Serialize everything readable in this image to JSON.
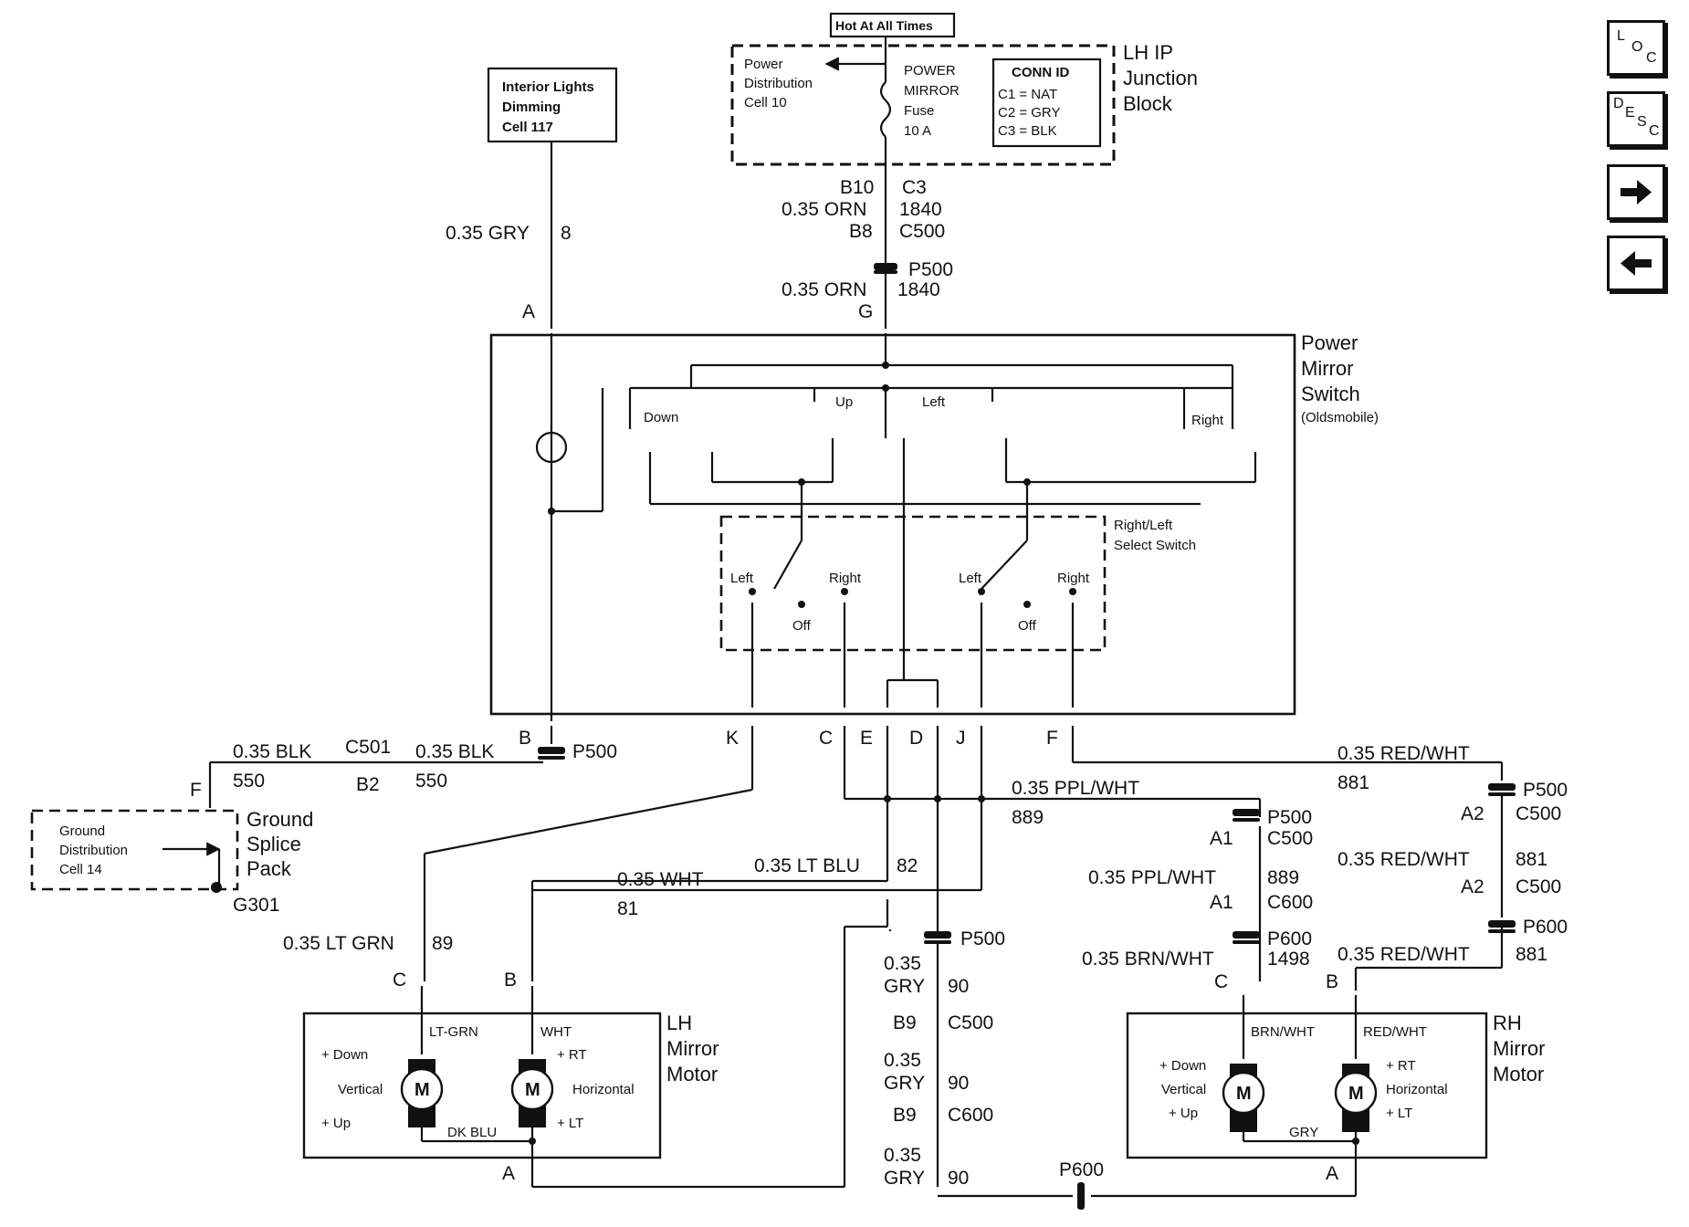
{
  "nav": {
    "loc": {
      "l1": "L",
      "l2": "O",
      "l3": "C"
    },
    "desc": {
      "l1": "D",
      "l2": "E",
      "l3": "S",
      "l4": "C"
    }
  },
  "top": {
    "hot_label": "Hot At All Times",
    "lh_ip": [
      "LH IP",
      "Junction",
      "Block"
    ],
    "power_dist": [
      "Power",
      "Distribution",
      "Cell 10"
    ],
    "fuse": [
      "POWER",
      "MIRROR",
      "Fuse",
      "10 A"
    ],
    "conn_id": {
      "title": "CONN ID",
      "c1": "C1 = NAT",
      "c2": "C2 = GRY",
      "c3": "C3 = BLK"
    }
  },
  "interior": [
    "Interior Lights",
    "Dimming",
    "Cell 117"
  ],
  "wires": {
    "gry8": "0.35 GRY",
    "gry8_circ": "8",
    "pin_a": "A",
    "b10": "B10",
    "c3": "C3",
    "orn": "0.35 ORN",
    "c1840": "1840",
    "b8": "B8",
    "c500": "C500",
    "p500": "P500",
    "orn2": "0.35 ORN",
    "c1840b": "1840",
    "pin_g": "G",
    "blk1": "0.35 BLK",
    "c550a": "550",
    "c501": "C501",
    "b2": "B2",
    "blk2": "0.35 BLK",
    "c550b": "550",
    "pin_b": "B",
    "p500b": "P500",
    "pin_f": "F",
    "pin_k": "K",
    "pin_c": "C",
    "pin_e": "E",
    "pin_d": "D",
    "pin_j": "J",
    "pin_f2": "F",
    "red_wht": "0.35 RED/WHT",
    "c881": "881",
    "ppl_wht": "0.35 PPL/WHT",
    "c889": "889",
    "p500c": "P500",
    "a1": "A1",
    "c500b": "C500",
    "p500d": "P500",
    "a2": "A2",
    "c500c": "C500",
    "ppl_wht2": "0.35 PPL/WHT",
    "c889b": "889",
    "a1b": "A1",
    "c600": "C600",
    "red_wht2": "0.35 RED/WHT",
    "c881b": "881",
    "a2b": "A2",
    "c500d": "C500",
    "p600": "P600",
    "brn_wht": "0.35 BRN/WHT",
    "c1498": "1498",
    "p600b": "P600",
    "red_wht3": "0.35 RED/WHT",
    "c881c": "881",
    "lt_blu": "0.35 LT BLU",
    "c82": "82",
    "wht": "0.35 WHT",
    "c81": "81",
    "lt_grn": "0.35 LT GRN",
    "c89": "89",
    "pin_c2": "C",
    "pin_b2": "B",
    "p500e": "P500",
    "gry90a1": "0.35",
    "gry90a2": "GRY",
    "c90a": "90",
    "b9a": "B9",
    "c500e": "C500",
    "gry90b1": "0.35",
    "gry90b2": "GRY",
    "c90b": "90",
    "b9b": "B9",
    "c600b": "C600",
    "gry90c1": "0.35",
    "gry90c2": "GRY",
    "c90c": "90",
    "p600c": "P600",
    "pin_c3": "C",
    "pin_b3": "B",
    "pin_a2": "A",
    "pin_a3": "A"
  },
  "ground": {
    "cell": [
      "Ground",
      "Distribution",
      "Cell 14"
    ],
    "splice": [
      "Ground",
      "Splice",
      "Pack"
    ],
    "g301": "G301"
  },
  "switch": {
    "title": [
      "Power",
      "Mirror",
      "Switch",
      "(Oldsmobile)"
    ],
    "down": "Down",
    "up": "Up",
    "left": "Left",
    "right": "Right",
    "select": [
      "Right/Left",
      "Select Switch"
    ],
    "left1": "Left",
    "right1": "Right",
    "off1": "Off",
    "left2": "Left",
    "right2": "Right",
    "off2": "Off"
  },
  "lh_motor": {
    "title": [
      "LH",
      "Mirror",
      "Motor"
    ],
    "lt_grn": "LT-GRN",
    "wht": "WHT",
    "plus_down": "+ Down",
    "vertical": "Vertical",
    "plus_up": "+ Up",
    "m1": "M",
    "m2": "M",
    "plus_rt": "+ RT",
    "horizontal": "Horizontal",
    "plus_lt": "+ LT",
    "dk_blu": "DK BLU"
  },
  "rh_motor": {
    "title": [
      "RH",
      "Mirror",
      "Motor"
    ],
    "brn_wht": "BRN/WHT",
    "red_wht": "RED/WHT",
    "plus_down": "+ Down",
    "vertical": "Vertical",
    "plus_up": "+ Up",
    "m1": "M",
    "m2": "M",
    "plus_rt": "+ RT",
    "horizontal": "Horizontal",
    "plus_lt": "+ LT",
    "gry": "GRY"
  }
}
